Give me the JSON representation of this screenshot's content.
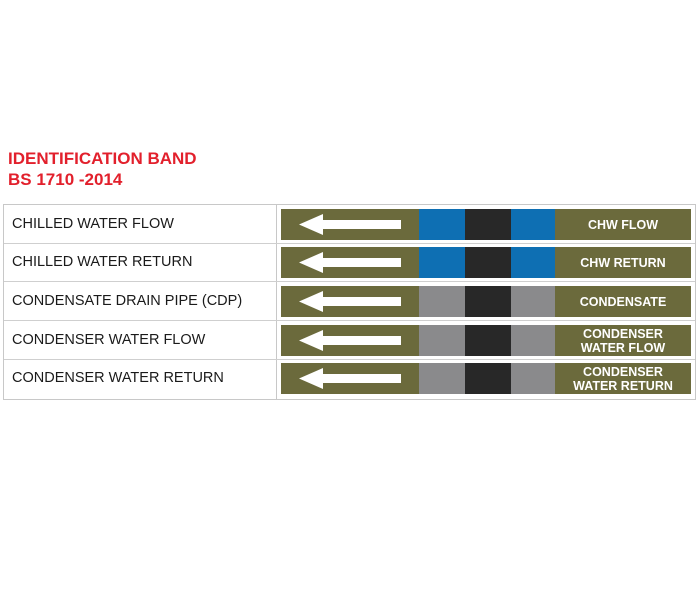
{
  "heading": {
    "line1": "IDENTIFICATION BAND",
    "line2": "BS 1710 -2014"
  },
  "colors": {
    "heading": "#e2202c",
    "olive": "#6b6a3c",
    "blue": "#0e6fb3",
    "black": "#282828",
    "grey": "#8a8a8c",
    "arrow": "#ffffff"
  },
  "rows": [
    {
      "label": "CHILLED WATER FLOW",
      "band_color": "blue",
      "tag": "CHW FLOW"
    },
    {
      "label": "CHILLED WATER RETURN",
      "band_color": "blue",
      "tag": "CHW RETURN"
    },
    {
      "label": "CONDENSATE DRAIN PIPE (CDP)",
      "band_color": "grey",
      "tag": "CONDENSATE"
    },
    {
      "label": "CONDENSER WATER FLOW",
      "band_color": "grey",
      "tag": "CONDENSER\nWATER FLOW"
    },
    {
      "label": "CONDENSER WATER RETURN",
      "band_color": "grey",
      "tag": "CONDENSER\nWATER RETURN"
    }
  ]
}
